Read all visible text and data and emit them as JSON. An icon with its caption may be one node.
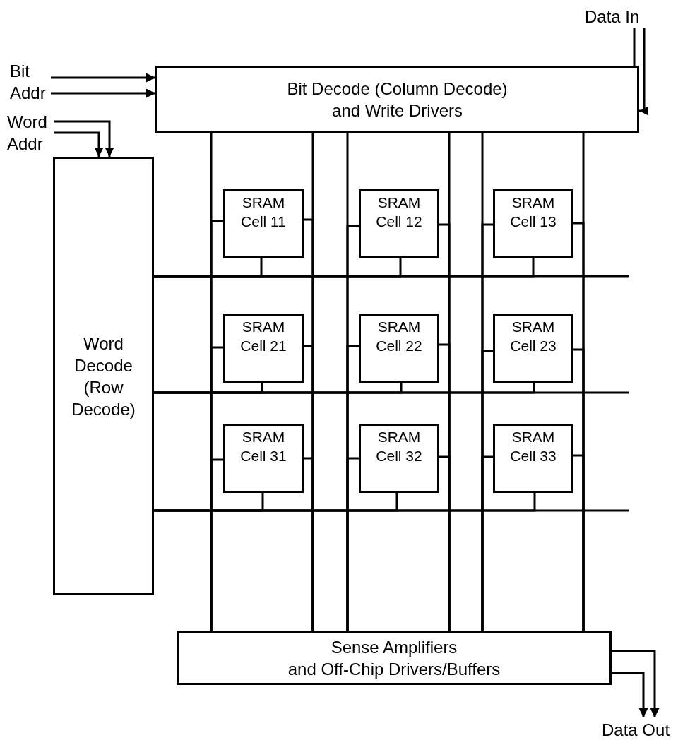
{
  "diagram": {
    "nodes": [
      {
        "text": [
          "Bit Decode (Column Decode) and Write Drivers"
        ]
      },
      {
        "text": [
          "Word Decode (Row Decode)"
        ]
      },
      {
        "text": [
          "SRAM Cell 11"
        ]
      },
      {
        "text": [
          "SRAM Cell 12"
        ]
      },
      {
        "text": [
          "SRAM Cell 13"
        ]
      },
      {
        "text": [
          "SRAM Cell 21"
        ]
      },
      {
        "text": [
          "SRAM Cell 22"
        ]
      },
      {
        "text": [
          "SRAM Cell 23"
        ]
      },
      {
        "text": [
          "SRAM Cell 31"
        ]
      },
      {
        "text": [
          "SRAM Cell 32"
        ]
      },
      {
        "text": [
          "SRAM Cell 33"
        ]
      },
      {
        "text": [
          "Sense Amplifiers",
          "and Off-Chip Drivers/Buffers"
        ]
      },
      {
        "text": [
          "Bit Addr"
        ]
      },
      {
        "text": [
          "Word Addr"
        ]
      },
      {
        "text": [
          "Data In"
        ]
      },
      {
        "text": [
          "Data Out"
        ]
      }
    ],
    "edges": [
      {
        "from": 12,
        "to": 0,
        "arrow": "to"
      },
      {
        "from": 12,
        "to": 0,
        "arrow": "to"
      },
      {
        "from": 13,
        "to": 1,
        "arrow": "to"
      },
      {
        "from": 13,
        "to": 1,
        "arrow": "to"
      },
      {
        "from": 14,
        "to": 0,
        "arrow": "to"
      },
      {
        "from": 14,
        "to": 0,
        "arrow": "to"
      },
      {
        "from": 11,
        "to": 15,
        "arrow": "to"
      },
      {
        "from": 11,
        "to": 15,
        "arrow": "to"
      },
      {
        "from": 0,
        "to": 11,
        "arrow": "none"
      },
      {
        "from": 0,
        "to": 11,
        "arrow": "none"
      },
      {
        "from": 0,
        "to": 11,
        "arrow": "none"
      },
      {
        "from": 0,
        "to": 11,
        "arrow": "none"
      },
      {
        "from": 0,
        "to": 11,
        "arrow": "none"
      },
      {
        "from": 0,
        "to": 11,
        "arrow": "none"
      },
      {
        "from": 1,
        "to": null,
        "arrow": "none"
      },
      {
        "from": 1,
        "to": null,
        "arrow": "none"
      },
      {
        "from": 1,
        "to": null,
        "arrow": "none"
      },
      {
        "from": 2,
        "to": 11,
        "arrow": "none"
      },
      {
        "from": 2,
        "to": 11,
        "arrow": "none"
      },
      {
        "from": 2,
        "to": 1,
        "arrow": "none"
      },
      {
        "from": 3,
        "to": 11,
        "arrow": "none"
      },
      {
        "from": 3,
        "to": 11,
        "arrow": "none"
      },
      {
        "from": 3,
        "to": 1,
        "arrow": "none"
      },
      {
        "from": 4,
        "to": 11,
        "arrow": "none"
      },
      {
        "from": 4,
        "to": 11,
        "arrow": "none"
      },
      {
        "from": 4,
        "to": 1,
        "arrow": "none"
      },
      {
        "from": 5,
        "to": 11,
        "arrow": "none"
      },
      {
        "from": 5,
        "to": 11,
        "arrow": "none"
      },
      {
        "from": 5,
        "to": 1,
        "arrow": "none"
      },
      {
        "from": 6,
        "to": 11,
        "arrow": "none"
      },
      {
        "from": 6,
        "to": 11,
        "arrow": "none"
      },
      {
        "from": 6,
        "to": 1,
        "arrow": "none"
      },
      {
        "from": 7,
        "to": 11,
        "arrow": "none"
      },
      {
        "from": 7,
        "to": 11,
        "arrow": "none"
      },
      {
        "from": 7,
        "to": 1,
        "arrow": "none"
      },
      {
        "from": 8,
        "to": 11,
        "arrow": "none"
      },
      {
        "from": 8,
        "to": 11,
        "arrow": "none"
      },
      {
        "from": 8,
        "to": 1,
        "arrow": "none"
      },
      {
        "from": 9,
        "to": 11,
        "arrow": "none"
      },
      {
        "from": 9,
        "to": 11,
        "arrow": "none"
      },
      {
        "from": 9,
        "to": 1,
        "arrow": "none"
      },
      {
        "from": 10,
        "to": 11,
        "arrow": "none"
      },
      {
        "from": 10,
        "to": 11,
        "arrow": "none"
      },
      {
        "from": 10,
        "to": 1,
        "arrow": "none"
      }
    ]
  }
}
